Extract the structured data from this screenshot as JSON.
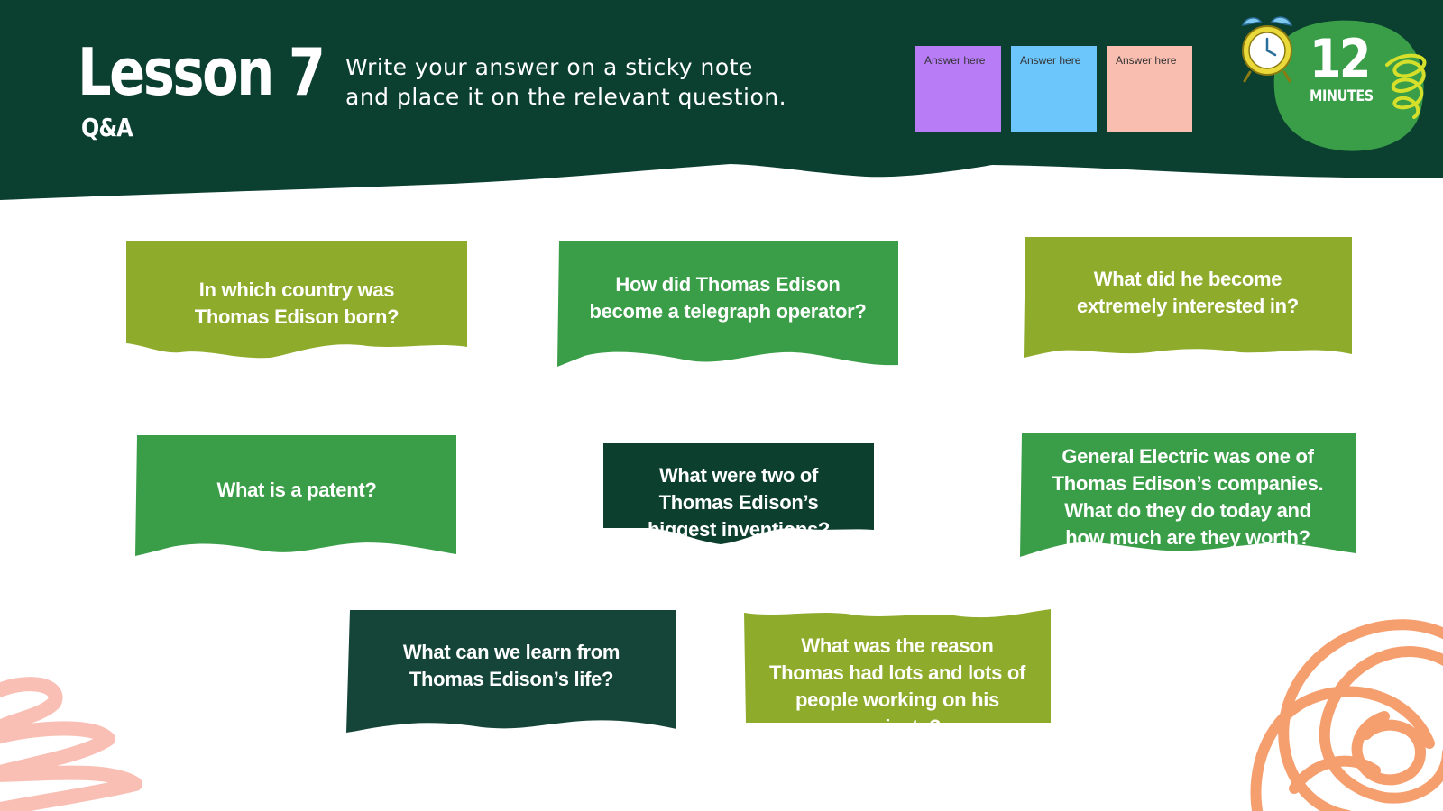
{
  "header": {
    "title": "Lesson 7",
    "subtitle": "Q&A",
    "instruction_line1": "Write your answer on a sticky note",
    "instruction_line2": "and place it on the relevant question."
  },
  "sticky_notes": [
    {
      "label": "Answer here",
      "color": "#b77cf6"
    },
    {
      "label": "Answer here",
      "color": "#6cc6fb"
    },
    {
      "label": "Answer here",
      "color": "#f9beb0"
    }
  ],
  "timer": {
    "minutes": "12",
    "unit": "MINUTES"
  },
  "questions": [
    {
      "text": "In which country was Thomas Edison born?",
      "color": "#8fab2b"
    },
    {
      "text": "How did Thomas Edison become a telegraph operator?",
      "color": "#3a9e48"
    },
    {
      "text": "What did he become extremely interested in?",
      "color": "#8fab2b"
    },
    {
      "text": "What is a patent?",
      "color": "#3a9e48"
    },
    {
      "text": "What were two of Thomas Edison’s biggest inventions?",
      "color": "#0c3f2e"
    },
    {
      "text": "General Electric was one of Thomas Edison’s companies. What do they do today and how much are they worth?",
      "color": "#3a9e48"
    },
    {
      "text": "What can we learn from Thomas Edison’s life?",
      "color": "#144538"
    },
    {
      "text": "What was the reason Thomas had lots and lots of people working on his projects?",
      "color": "#8fab2b"
    }
  ],
  "colors": {
    "header_bg": "#0b3f30",
    "timer_blob": "#3a9e48",
    "scribble_orange": "#f59a68",
    "scribble_pink": "#f8b8ac",
    "spring_yellow": "#d6e02a"
  }
}
